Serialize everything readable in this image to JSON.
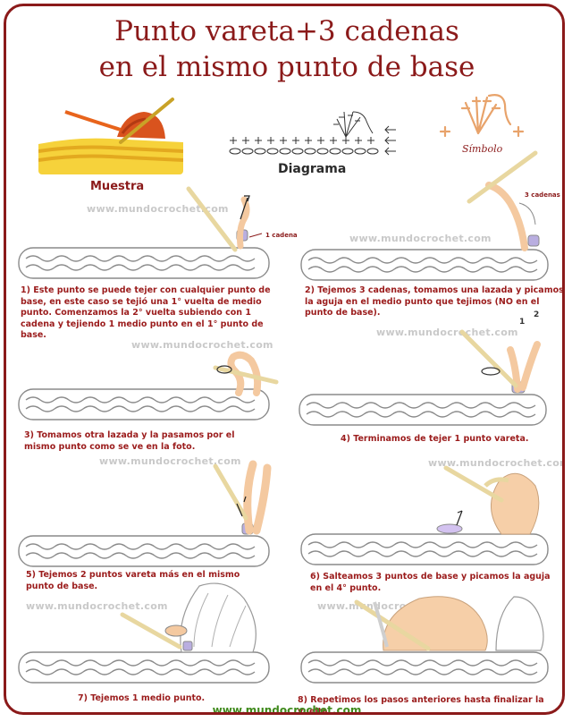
{
  "title": {
    "line1": "Punto vareta+3 cadenas",
    "line2": "en el mismo punto de base"
  },
  "labels": {
    "muestra": "Muestra",
    "diagrama": "Diagrama",
    "simbolo": "Símbolo"
  },
  "watermark": "www.mundocrochet.com",
  "callouts": {
    "una_cadena": "1 cadena",
    "tres_cadenas": "3 cadenas",
    "uno": "1",
    "dos": "2"
  },
  "steps": [
    {
      "text": "1) Este punto se puede tejer con cualquier punto de base, en este caso se tejió una 1° vuelta de medio punto. Comenzamos la 2° vuelta subiendo con 1 cadena y tejiendo 1 medio punto en el 1° punto de base."
    },
    {
      "text": "2) Tejemos 3 cadenas, tomamos una lazada y picamos la aguja en el medio punto que tejimos (NO en el punto de base)."
    },
    {
      "text": "3) Tomamos otra lazada y la pasamos por el mismo punto como se ve en la foto."
    },
    {
      "text": "4) Terminamos de tejer 1 punto vareta."
    },
    {
      "text": "5) Tejemos 2 puntos vareta más en el mismo punto de base."
    },
    {
      "text": "6) Salteamos 3 puntos de base y picamos la aguja en el 4° punto."
    },
    {
      "text": "7) Tejemos 1 medio punto."
    },
    {
      "text": "8) Repetimos los pasos anteriores hasta finalizar la vuelta."
    }
  ],
  "footer": "www.mundocrochet.com",
  "colors": {
    "frame": "#8b1a1a",
    "title": "#8b1a1a",
    "step_text": "#9b1c1c",
    "footer": "#3f8a1c",
    "yarn_orange": "#f4c9a0",
    "yarn_lilac": "#b9aee0",
    "hook": "#e8d7a0"
  }
}
